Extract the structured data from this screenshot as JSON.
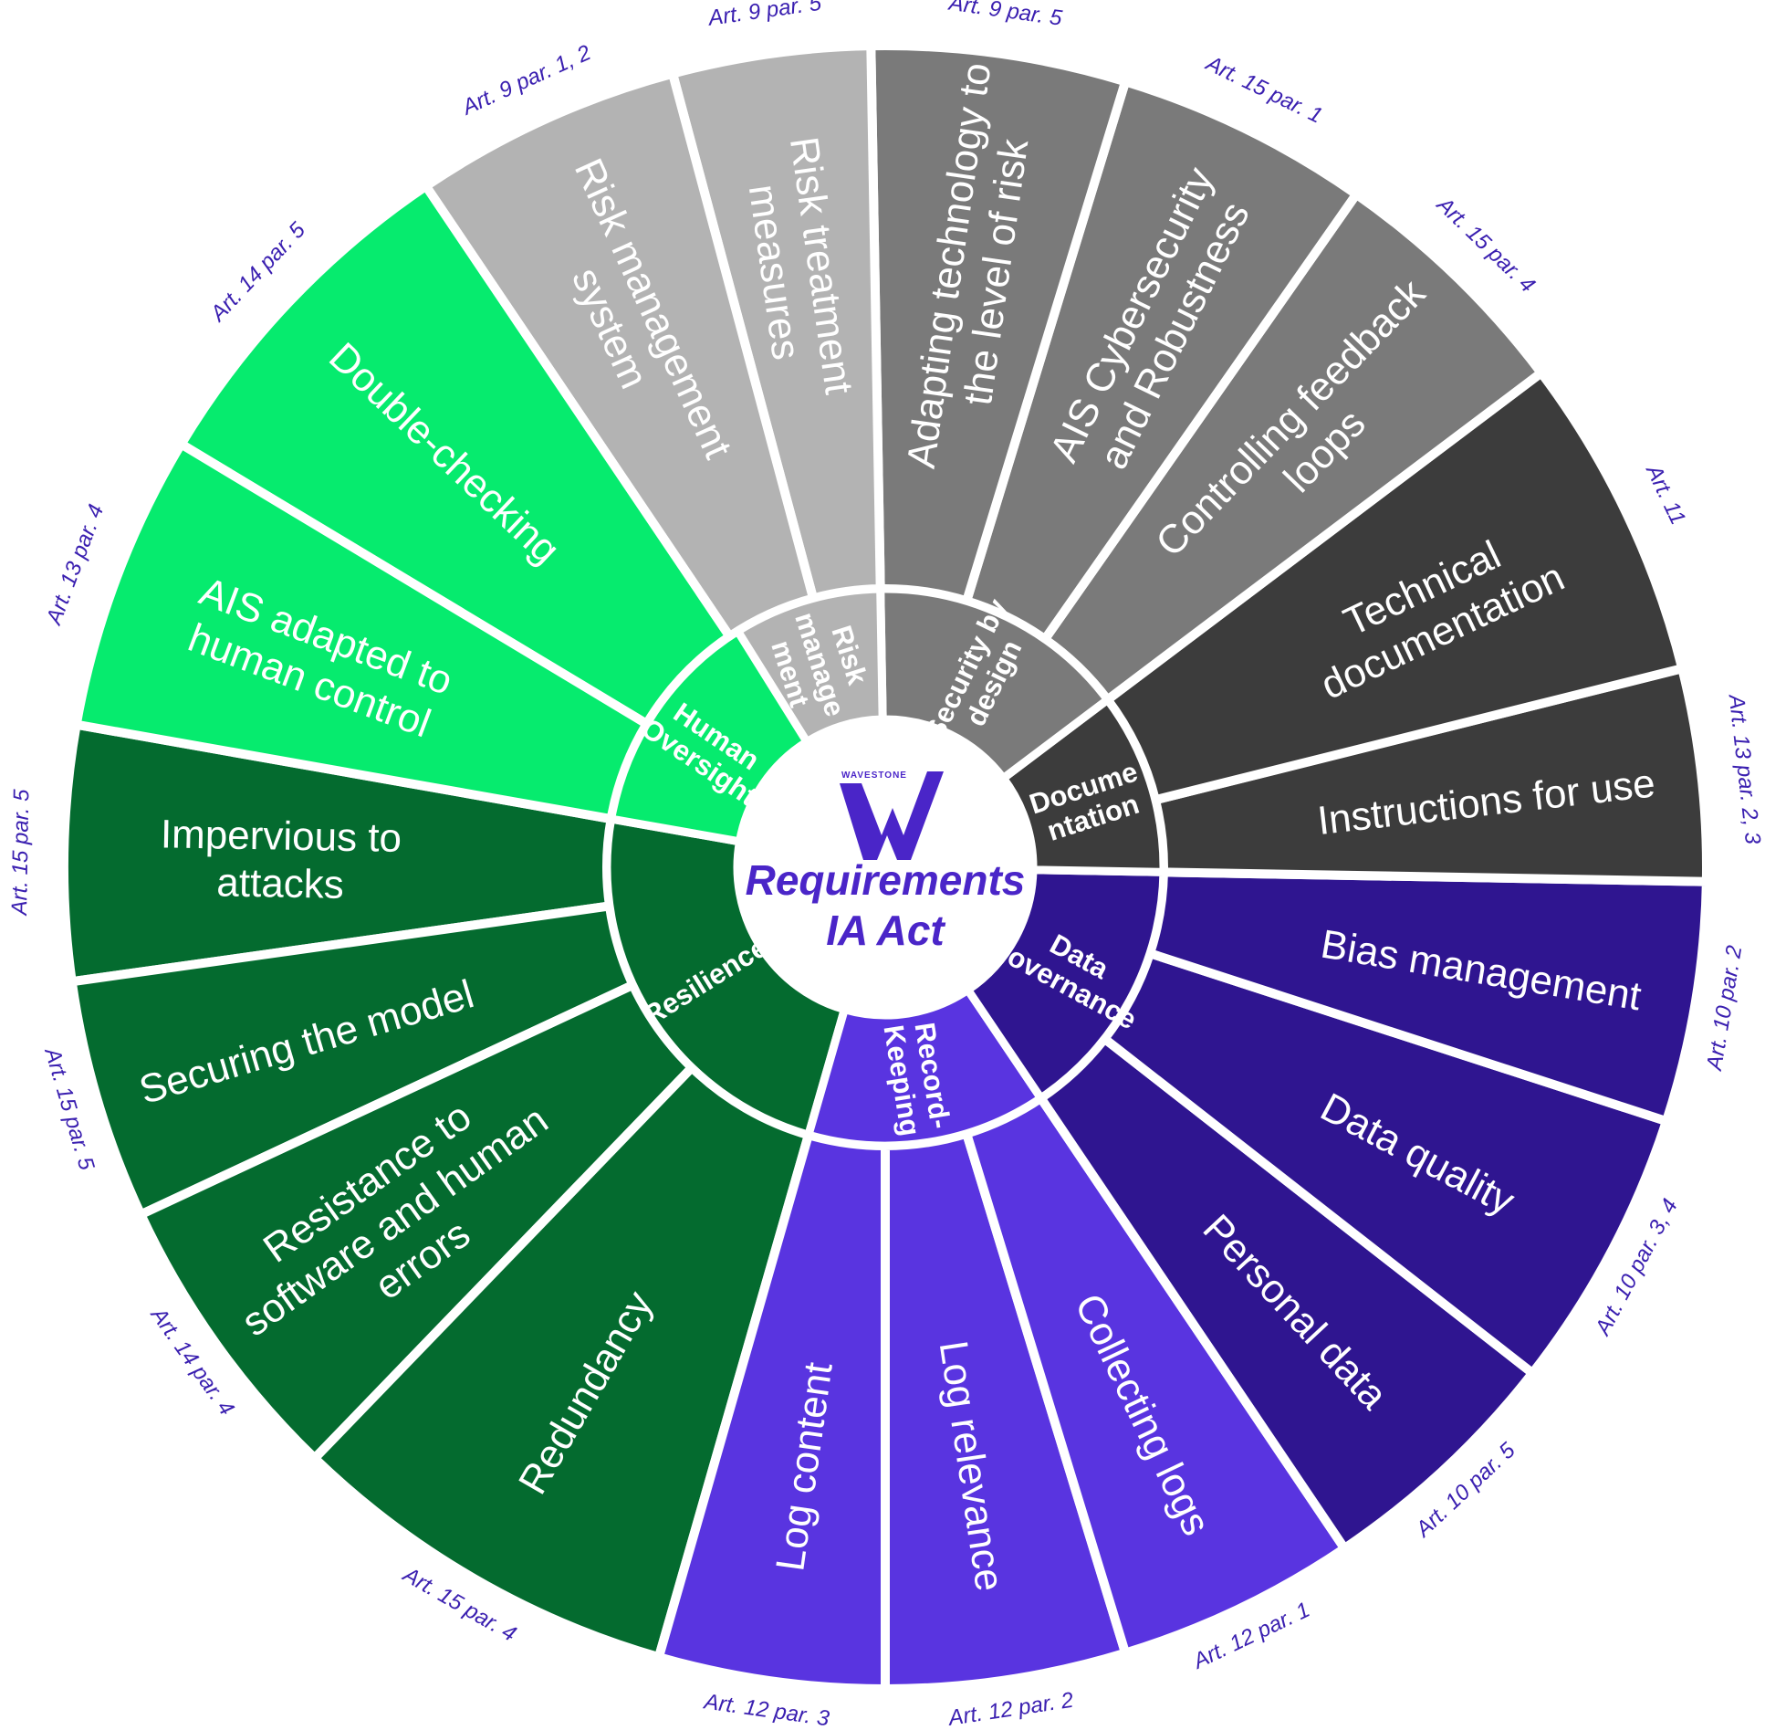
{
  "center": {
    "title_lines": [
      "Requirements",
      "IA Act"
    ],
    "logo_text": "WAVESTONE",
    "logo_icon": "wavestone-w-logo"
  },
  "categories": [
    {
      "id": "resilience",
      "name_lines": [
        "Resilience"
      ],
      "color": "#046b2f",
      "items": [
        {
          "label_lines": [
            "Impervious to",
            "attacks"
          ],
          "ref": "Art. 15 par. 5"
        },
        {
          "label_lines": [
            "Securing the model"
          ],
          "ref": "Art. 15 par. 5"
        },
        {
          "label_lines": [
            "Resistance to",
            "software and human",
            "errors"
          ],
          "ref": "Art. 14 par. 4"
        },
        {
          "label_lines": [
            "Redundancy"
          ],
          "ref": "Art. 15 par. 4"
        }
      ]
    },
    {
      "id": "record-keeping",
      "name_lines": [
        "Record-",
        "Keeping"
      ],
      "color": "#5934e0",
      "items": [
        {
          "label_lines": [
            "Log content"
          ],
          "ref": "Art. 12 par. 3"
        },
        {
          "label_lines": [
            "Log relevance"
          ],
          "ref": "Art. 12 par. 2"
        },
        {
          "label_lines": [
            "Collecting logs"
          ],
          "ref": "Art. 12 par. 1"
        }
      ]
    },
    {
      "id": "data-governance",
      "name_lines": [
        "Data",
        "governance"
      ],
      "color": "#2f1590",
      "items": [
        {
          "label_lines": [
            "Personal data"
          ],
          "ref": "Art. 10 par. 5"
        },
        {
          "label_lines": [
            "Data quality"
          ],
          "ref": "Art. 10 par. 3, 4"
        },
        {
          "label_lines": [
            "Bias management"
          ],
          "ref": "Art. 10 par. 2"
        }
      ]
    },
    {
      "id": "documentation",
      "name_lines": [
        "Docume",
        "ntation"
      ],
      "color": "#3c3c3c",
      "items": [
        {
          "label_lines": [
            "Instructions for use"
          ],
          "ref": "Art. 13 par. 2, 3"
        },
        {
          "label_lines": [
            "Technical",
            "documentation"
          ],
          "ref": "Art. 11"
        }
      ]
    },
    {
      "id": "security-by-design",
      "name_lines": [
        "Security by",
        "design"
      ],
      "color": "#7a7a7a",
      "items": [
        {
          "label_lines": [
            "Controlling feedback",
            "loops"
          ],
          "ref": "Art. 15 par. 4"
        },
        {
          "label_lines": [
            "AIS Cybersecurity",
            "and Robustness"
          ],
          "ref": "Art. 15 par. 1"
        },
        {
          "label_lines": [
            "Adapting technology to",
            "the level of risk"
          ],
          "ref": "Art. 9 par. 5"
        }
      ]
    },
    {
      "id": "risk-management",
      "name_lines": [
        "Risk",
        "manage",
        "ment"
      ],
      "color": "#b3b3b3",
      "items": [
        {
          "label_lines": [
            "Risk treatment",
            "measures"
          ],
          "ref": "Art. 9 par. 5"
        },
        {
          "label_lines": [
            "Risk management",
            "system"
          ],
          "ref": "Art. 9 par. 1, 2"
        }
      ]
    },
    {
      "id": "human-oversight",
      "name_lines": [
        "Human",
        "Oversight"
      ],
      "color": "#06eb6e",
      "items": [
        {
          "label_lines": [
            "Double-checking"
          ],
          "ref": "Art. 14 par. 5"
        },
        {
          "label_lines": [
            "AIS adapted to",
            "human control"
          ],
          "ref": "Art. 13 par. 4"
        }
      ]
    }
  ]
}
